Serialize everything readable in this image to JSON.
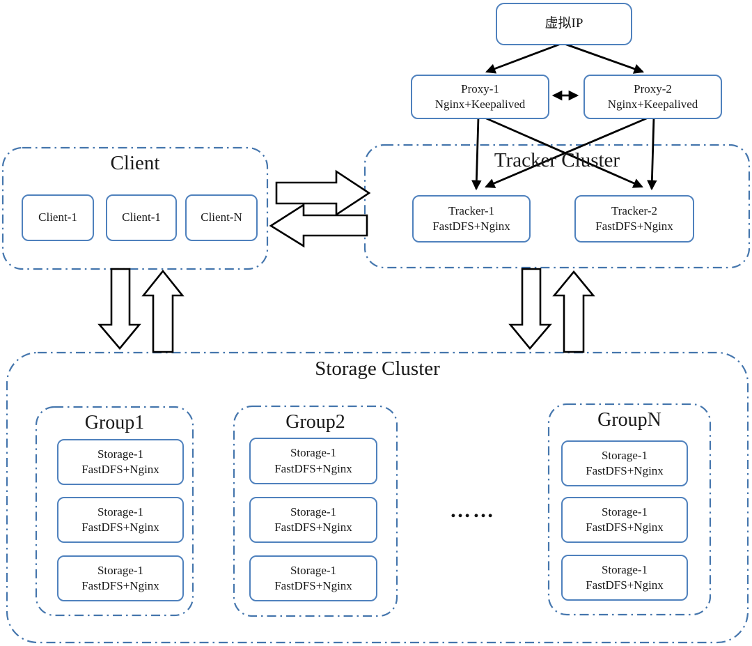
{
  "diagram": {
    "vip": {
      "label": "虚拟IP"
    },
    "proxy_layer": {
      "nodes": [
        {
          "name": "Proxy-1",
          "stack": "Nginx+Keepalived"
        },
        {
          "name": "Proxy-2",
          "stack": "Nginx+Keepalived"
        }
      ]
    },
    "client_cluster": {
      "title": "Client",
      "nodes": [
        {
          "label": "Client-1"
        },
        {
          "label": "Client-1"
        },
        {
          "label": "Client-N"
        }
      ]
    },
    "tracker_cluster": {
      "title": "Tracker Cluster",
      "nodes": [
        {
          "name": "Tracker-1",
          "stack": "FastDFS+Nginx"
        },
        {
          "name": "Tracker-2",
          "stack": "FastDFS+Nginx"
        }
      ]
    },
    "storage_cluster": {
      "title": "Storage Cluster",
      "ellipsis": "……",
      "groups": [
        {
          "title": "Group1",
          "nodes": [
            {
              "name": "Storage-1",
              "stack": "FastDFS+Nginx"
            },
            {
              "name": "Storage-1",
              "stack": "FastDFS+Nginx"
            },
            {
              "name": "Storage-1",
              "stack": "FastDFS+Nginx"
            }
          ]
        },
        {
          "title": "Group2",
          "nodes": [
            {
              "name": "Storage-1",
              "stack": "FastDFS+Nginx"
            },
            {
              "name": "Storage-1",
              "stack": "FastDFS+Nginx"
            },
            {
              "name": "Storage-1",
              "stack": "FastDFS+Nginx"
            }
          ]
        },
        {
          "title": "GroupN",
          "nodes": [
            {
              "name": "Storage-1",
              "stack": "FastDFS+Nginx"
            },
            {
              "name": "Storage-1",
              "stack": "FastDFS+Nginx"
            },
            {
              "name": "Storage-1",
              "stack": "FastDFS+Nginx"
            }
          ]
        }
      ]
    },
    "colors": {
      "node_border": "#4f81bd",
      "cluster_border": "#4576ad",
      "arrow": "#000000",
      "text": "#1a1a1a"
    }
  }
}
